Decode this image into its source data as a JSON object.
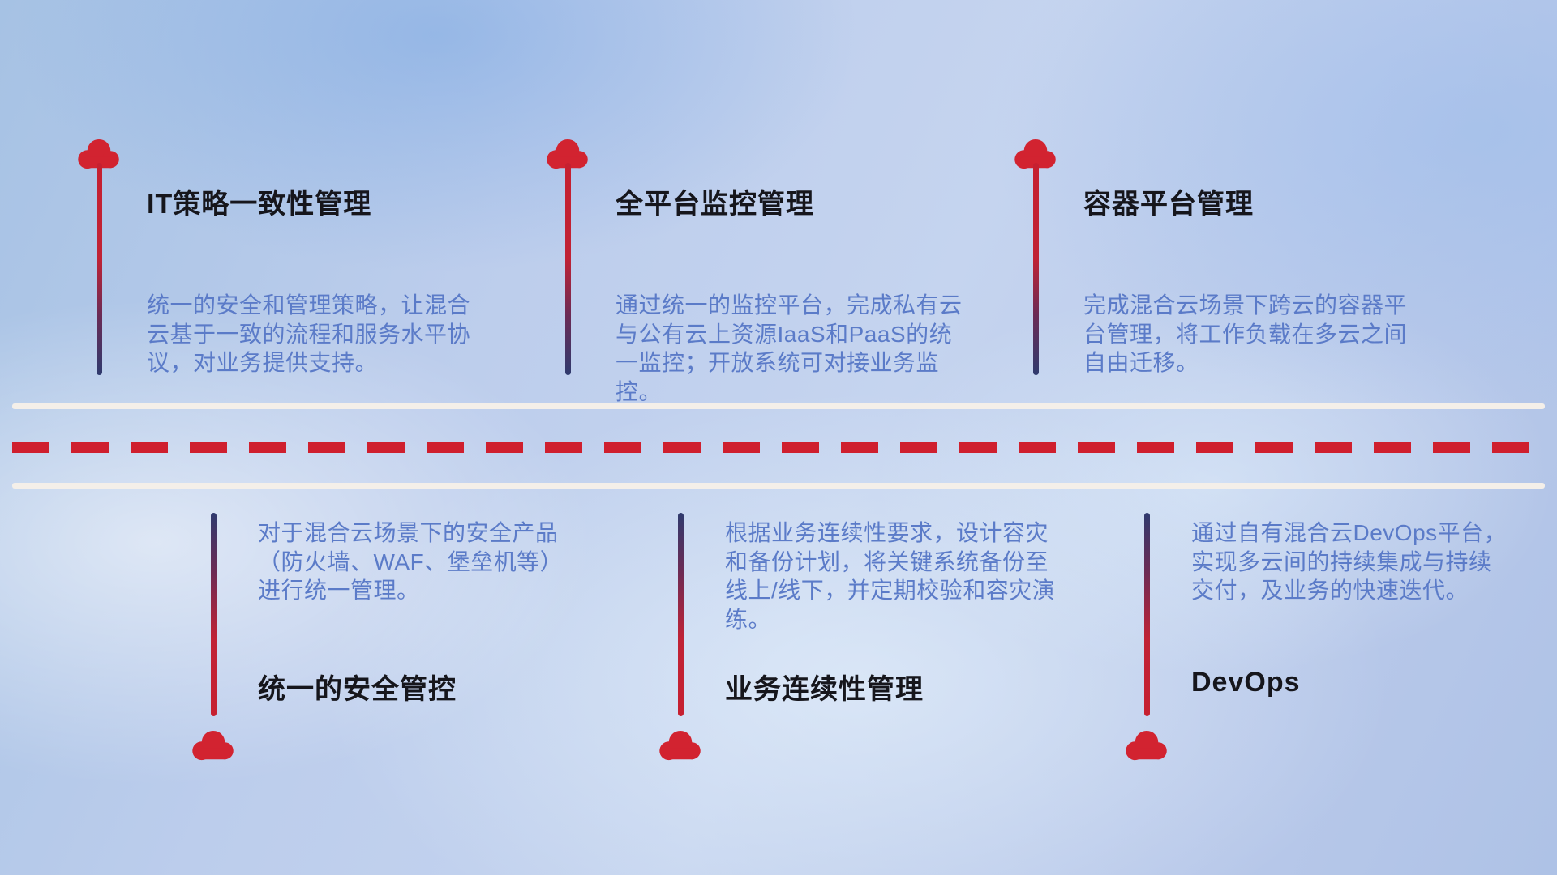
{
  "colors": {
    "accent_red": "#cf1f2e",
    "navy": "#2f3a6e",
    "description_blue": "#5b7bc8",
    "title_black": "#16161c",
    "road_white": "#f4efe9",
    "background_blue": "#b9c9ea"
  },
  "icons": {
    "cloud": "cloud-icon"
  },
  "top_items": [
    {
      "title": "IT策略一致性管理",
      "desc": "统一的安全和管理策略，让混合云基于一致的流程和服务水平协议，对业务提供支持。"
    },
    {
      "title": "全平台监控管理",
      "desc": "通过统一的监控平台，完成私有云与公有云上资源IaaS和PaaS的统一监控；开放系统可对接业务监控。"
    },
    {
      "title": "容器平台管理",
      "desc": "完成混合云场景下跨云的容器平台管理，将工作负载在多云之间自由迁移。"
    }
  ],
  "bottom_items": [
    {
      "title": "统一的安全管控",
      "desc": "对于混合云场景下的安全产品（防火墙、WAF、堡垒机等）进行统一管理。"
    },
    {
      "title": "业务连续性管理",
      "desc": "根据业务连续性要求，设计容灾和备份计划，将关键系统备份至线上/线下，并定期校验和容灾演练。"
    },
    {
      "title": "DevOps",
      "desc": "通过自有混合云DevOps平台，实现多云间的持续集成与持续交付，及业务的快速迭代。"
    }
  ]
}
